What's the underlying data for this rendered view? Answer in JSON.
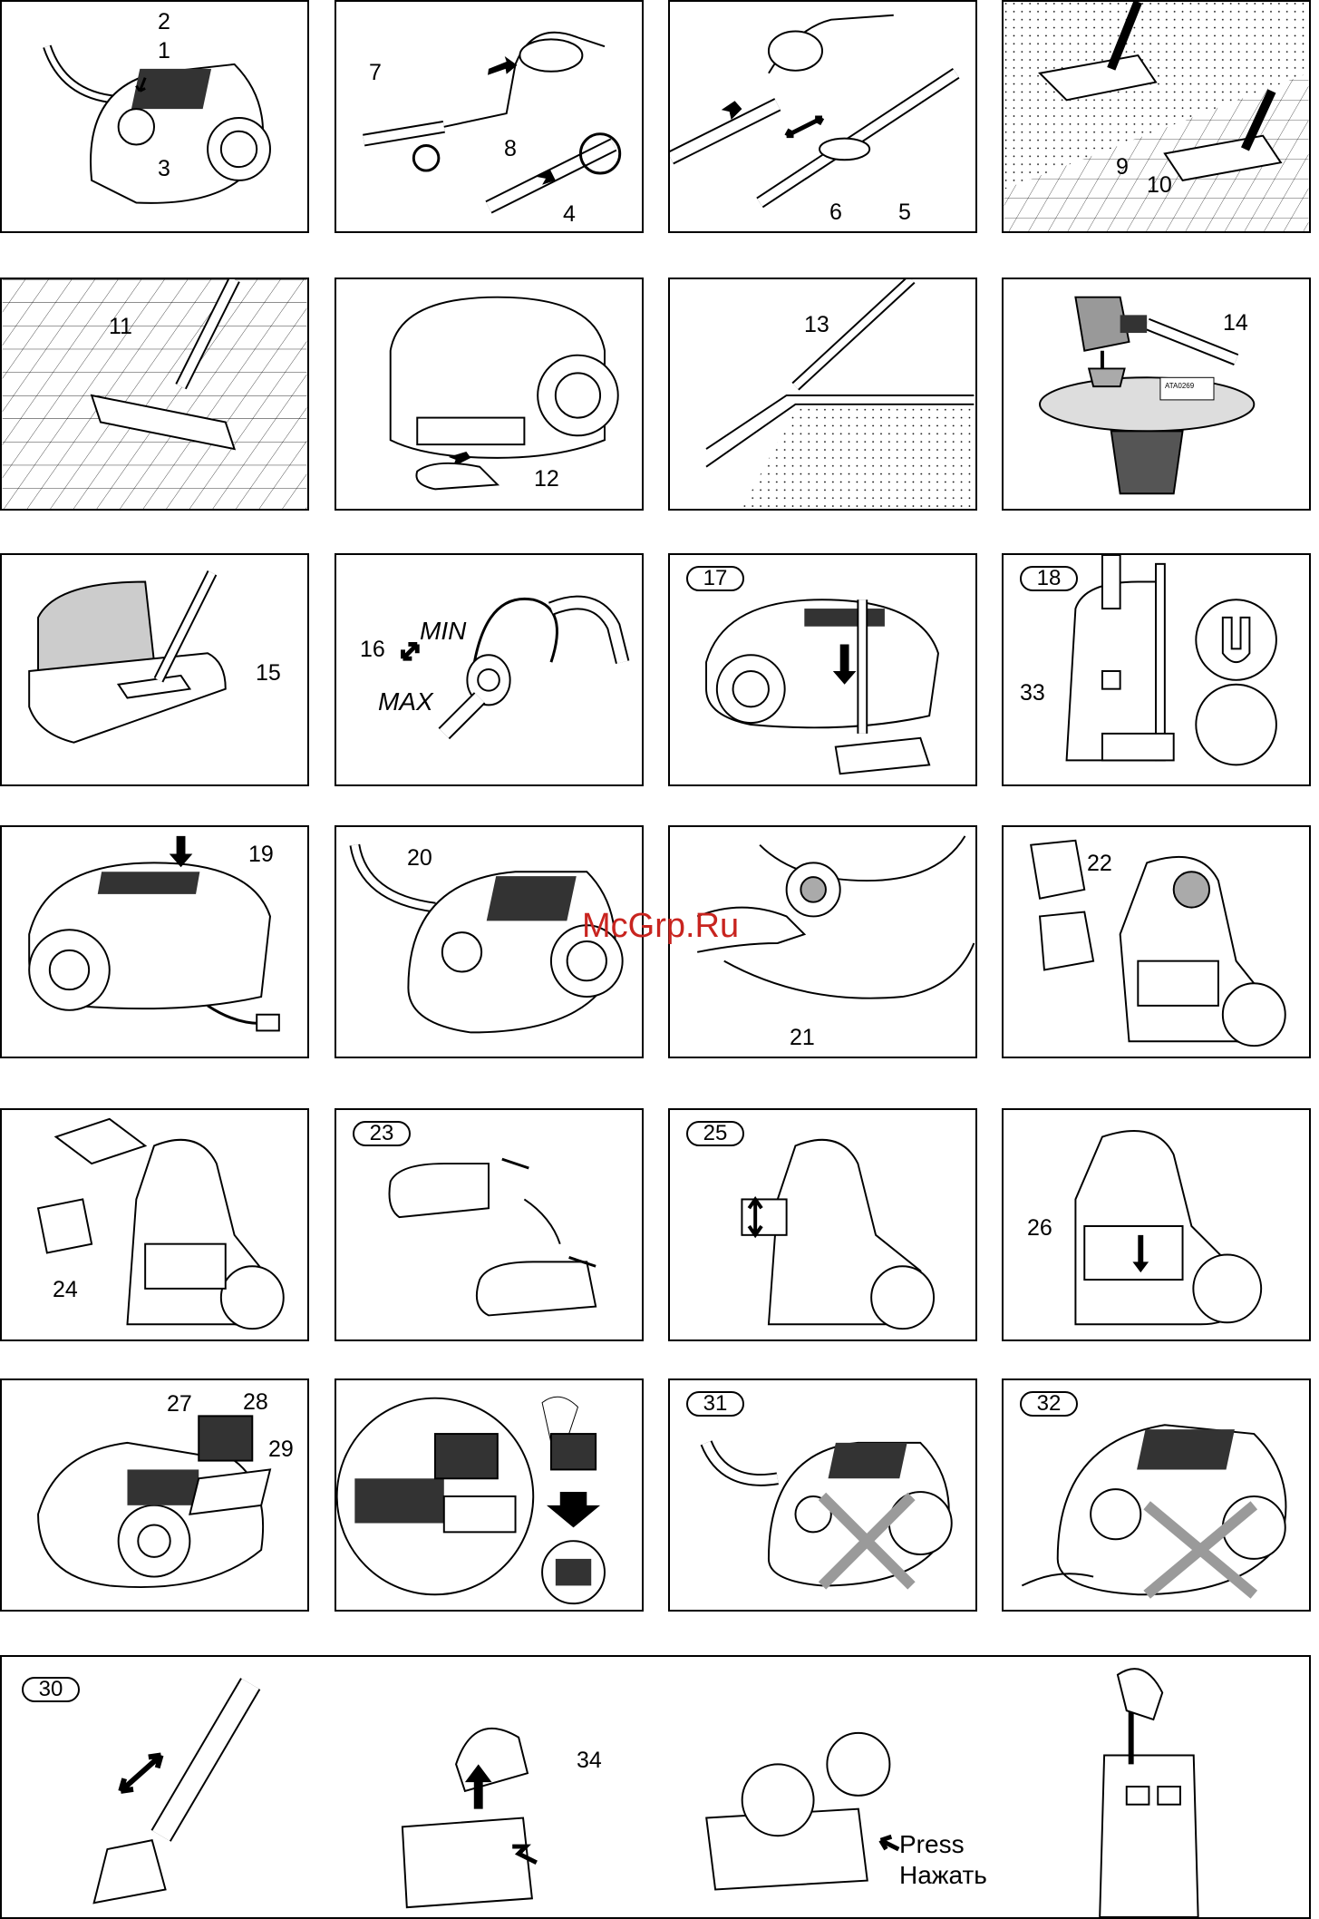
{
  "watermark": "McGrp.Ru",
  "panels": {
    "p1": {
      "labels": [
        "2",
        "1",
        "3"
      ]
    },
    "p2": {
      "labels": [
        "7",
        "8",
        "4"
      ]
    },
    "p3": {
      "labels": [
        "6",
        "5"
      ]
    },
    "p4": {
      "labels": [
        "9",
        "10"
      ]
    },
    "p5": {
      "labels": [
        "11"
      ]
    },
    "p6": {
      "labels": [
        "12"
      ]
    },
    "p7": {
      "labels": [
        "13"
      ]
    },
    "p8": {
      "labels": [
        "14"
      ],
      "sticker": "ATA0269"
    },
    "p9": {
      "labels": [
        "15"
      ]
    },
    "p10": {
      "labels": [
        "16"
      ],
      "min": "MIN",
      "max": "MAX"
    },
    "p11": {
      "step": "17"
    },
    "p12": {
      "step": "18",
      "labels": [
        "33"
      ]
    },
    "p13": {
      "labels": [
        "19"
      ]
    },
    "p14": {
      "labels": [
        "20"
      ]
    },
    "p15": {
      "labels": [
        "21"
      ]
    },
    "p16": {
      "labels": [
        "22"
      ]
    },
    "p17": {
      "labels": [
        "24"
      ]
    },
    "p18": {
      "step": "23"
    },
    "p19": {
      "step": "25"
    },
    "p20": {
      "labels": [
        "26"
      ]
    },
    "p21": {
      "labels": [
        "27",
        "28",
        "29"
      ]
    },
    "p22": {},
    "p23": {
      "step": "31"
    },
    "p24": {
      "step": "32"
    },
    "p25": {
      "step": "30",
      "labels": [
        "34"
      ],
      "press_en": "Press",
      "press_ru": "Нажать"
    }
  }
}
